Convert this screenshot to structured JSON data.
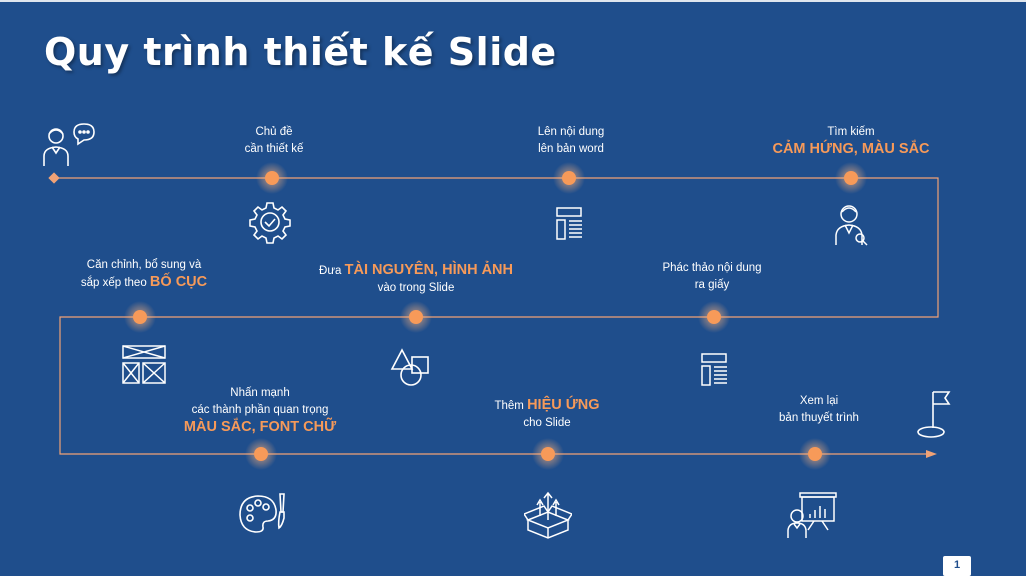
{
  "title": "Quy trình thiết kế Slide",
  "page_number": "1",
  "colors": {
    "background": "#1f4e8c",
    "accent": "#f79a59",
    "line": "#f0a276",
    "text": "#ffffff"
  },
  "steps": [
    {
      "id": "s1",
      "icon": "checkmark-gear-icon",
      "line1": "Chủ đề",
      "line2": "cần thiết kế"
    },
    {
      "id": "s2",
      "icon": "document-outline-icon",
      "line1": "Lên nội dung",
      "line2": "lên bản word"
    },
    {
      "id": "s3",
      "icon": "people-search-icon",
      "line1": "Tìm kiếm",
      "hl1": "CẢM HỨNG",
      "sep": ", ",
      "hl2": "MÀU SẮC"
    },
    {
      "id": "s4",
      "icon": "document-sketch-icon",
      "line1": "Phác thảo nội dung",
      "line2": "ra giấy"
    },
    {
      "id": "s5",
      "icon": "shapes-icon",
      "prefix": "Đưa ",
      "hl1": "TÀI NGUYÊN",
      "sep": ", ",
      "hl2": "HÌNH ẢNH",
      "line2": "vào trong Slide"
    },
    {
      "id": "s6",
      "icon": "layout-grid-icon",
      "line1": "Căn chỉnh, bổ sung và",
      "prefix2": "sắp xếp theo ",
      "hl1": "BỐ CỤC"
    },
    {
      "id": "s7",
      "icon": "palette-brush-icon",
      "line1": "Nhấn mạnh",
      "line2": "các thành phần quan trọng",
      "hl1": "MÀU SẮC",
      "sep": ", ",
      "hl2": "FONT CHỮ"
    },
    {
      "id": "s8",
      "icon": "box-arrows-icon",
      "prefix": "Thêm ",
      "hl1": "HIỆU ỨNG",
      "line2": "cho Slide"
    },
    {
      "id": "s9",
      "icon": "presenter-board-icon",
      "line1": "Xem lại",
      "line2": "bản thuyết trình"
    }
  ],
  "start_icon": "person-chat-icon",
  "end_icon": "golf-flag-icon"
}
